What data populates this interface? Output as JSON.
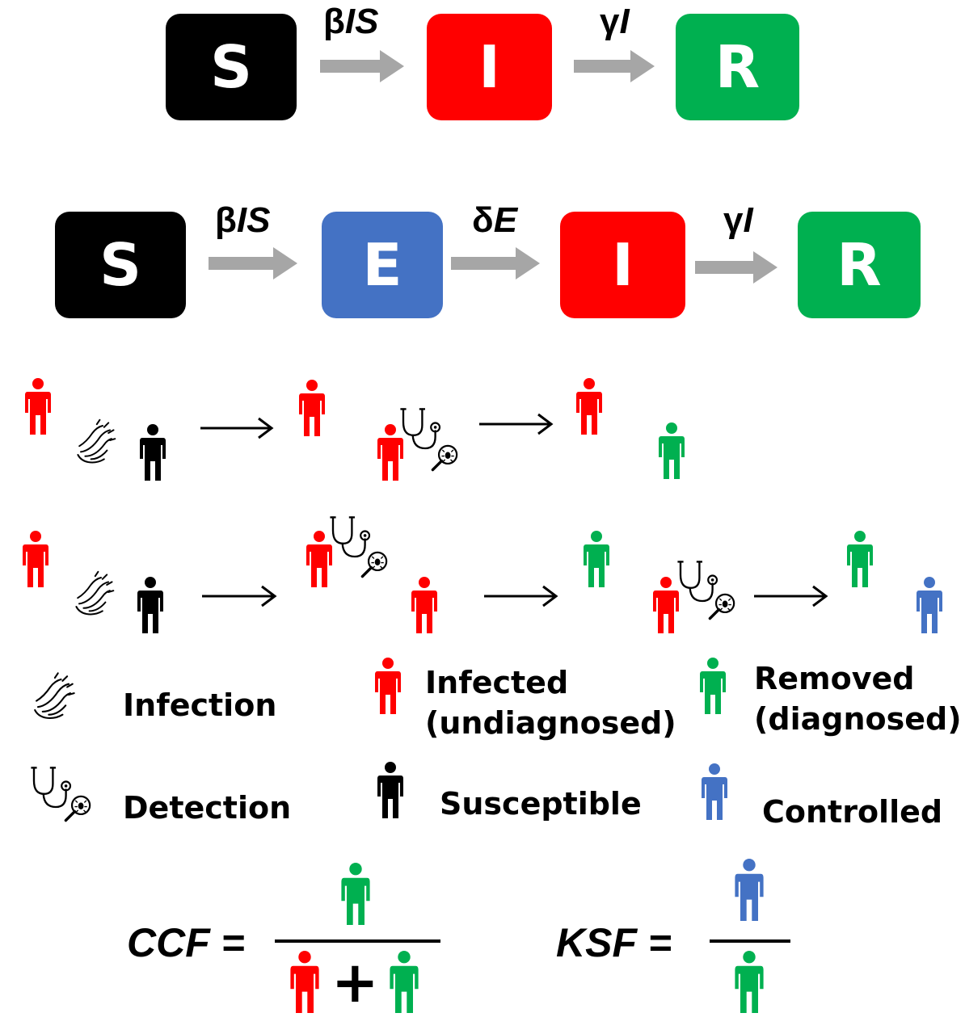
{
  "colors": {
    "susceptible": "#000000",
    "exposed": "#4472C4",
    "infected": "#FF0000",
    "removed": "#00B050",
    "controlled": "#4472C4",
    "arrow": "#A6A6A6"
  },
  "sir": {
    "boxes": [
      {
        "label": "S",
        "color": "#000000"
      },
      {
        "label": "I",
        "color": "#FF0000"
      },
      {
        "label": "R",
        "color": "#00B050"
      }
    ],
    "rates": [
      {
        "greek": "β",
        "expr": "IS"
      },
      {
        "greek": "γ",
        "expr": "I"
      }
    ]
  },
  "seir": {
    "boxes": [
      {
        "label": "S",
        "color": "#000000"
      },
      {
        "label": "E",
        "color": "#4472C4"
      },
      {
        "label": "I",
        "color": "#FF0000"
      },
      {
        "label": "R",
        "color": "#00B050"
      }
    ],
    "rates": [
      {
        "greek": "β",
        "expr": "IS"
      },
      {
        "greek": "δ",
        "expr": "E"
      },
      {
        "greek": "γ",
        "expr": "I"
      }
    ]
  },
  "legend": {
    "infection": "Infection",
    "detection": "Detection",
    "infected_line1": "Infected",
    "infected_line2": "(undiagnosed)",
    "susceptible": "Susceptible",
    "removed_line1": "Removed",
    "removed_line2": "(diagnosed)",
    "controlled": "Controlled"
  },
  "formulas": {
    "ccf_label": "CCF =",
    "ksf_label": "KSF =",
    "plus": "+"
  },
  "icons": [
    "person-icon",
    "hands-icon",
    "stethoscope-icon",
    "magnifier-bug-icon"
  ]
}
